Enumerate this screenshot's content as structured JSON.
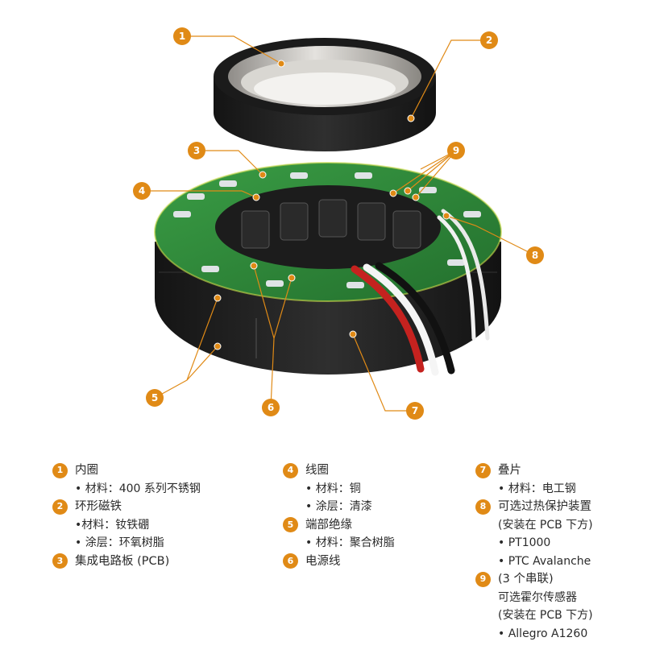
{
  "callouts": [
    "1",
    "2",
    "3",
    "4",
    "5",
    "6",
    "7",
    "8",
    "9"
  ],
  "legend": {
    "col1": {
      "i1": {
        "num": "1",
        "title": "内圈",
        "d1": "• 材料：400 系列不锈钢"
      },
      "i2": {
        "num": "2",
        "title": "环形磁铁",
        "d1": "•材料：钕铁硼",
        "d2": "• 涂层：环氧树脂"
      },
      "i3": {
        "num": "3",
        "title": "集成电路板 (PCB)"
      }
    },
    "col2": {
      "i4": {
        "num": "4",
        "title": "线圈",
        "d1": "• 材料：铜",
        "d2": "• 涂层：清漆"
      },
      "i5": {
        "num": "5",
        "title": "端部绝缘",
        "d1": "• 材料：聚合树脂"
      },
      "i6": {
        "num": "6",
        "title": "电源线"
      }
    },
    "col3": {
      "i7": {
        "num": "7",
        "title": "叠片",
        "d1": "• 材料：电工钢"
      },
      "i8": {
        "num": "8",
        "title": "可选过热保护装置",
        "d1": "(安装在 PCB 下方)",
        "d2": "• PT1000",
        "d3": "• PTC Avalanche"
      },
      "i9": {
        "num": "9",
        "title": "(3 个串联)",
        "d1": "可选霍尔传感器",
        "d2": "(安装在 PCB 下方)",
        "d3": "• Allegro A1260"
      }
    }
  },
  "colors": {
    "accent": "#e08a16",
    "pcb": "#2e8b3a",
    "magnet": "#1e1e1e",
    "steel": "#b9b6b1"
  }
}
